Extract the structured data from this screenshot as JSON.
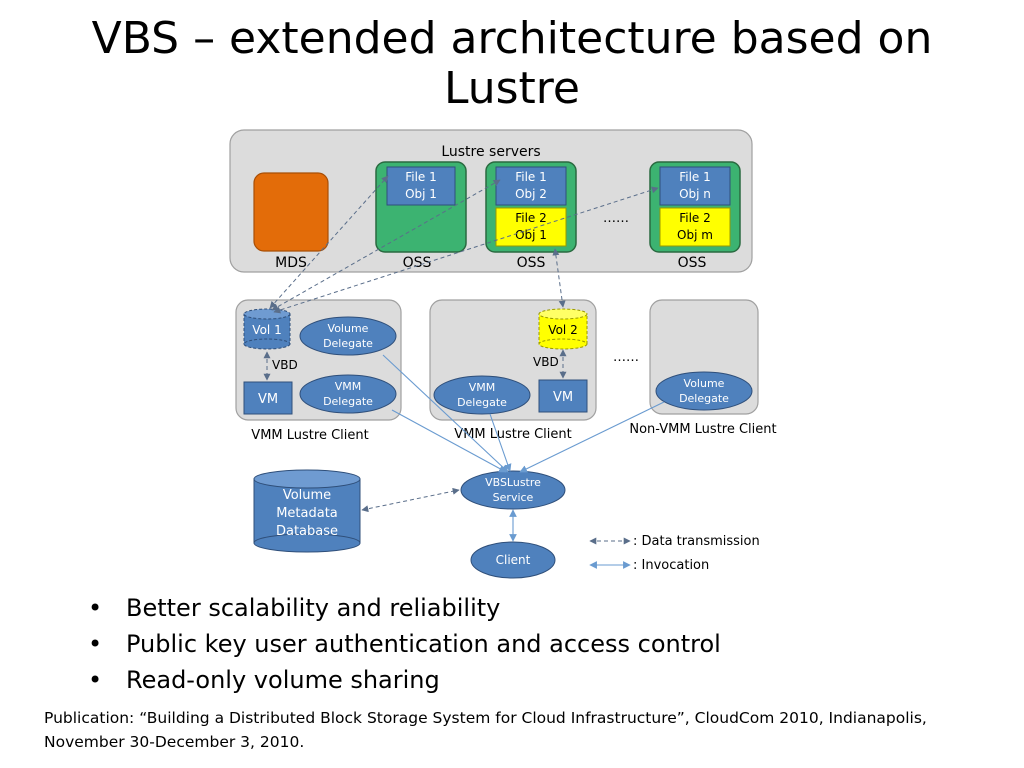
{
  "title": {
    "line1": "VBS – extended architecture based on",
    "line2": "Lustre"
  },
  "diagram": {
    "lustre_servers_label": "Lustre servers",
    "mds_label": "MDS",
    "oss": [
      {
        "label": "OSS",
        "file_a": "File 1",
        "obj_a": "Obj 1"
      },
      {
        "label": "OSS",
        "file_a": "File 1",
        "obj_a": "Obj 2",
        "file_b": "File 2",
        "obj_b": "Obj 1"
      },
      {
        "label": "OSS",
        "file_a": "File 1",
        "obj_a": "Obj n",
        "file_b": "File 2",
        "obj_b": "Obj m"
      }
    ],
    "ellipsis": "……",
    "client1": {
      "label": "VMM Lustre Client",
      "vol": "Vol 1",
      "vbd": "VBD",
      "vm": "VM",
      "volume_delegate_1": "Volume",
      "volume_delegate_2": "Delegate",
      "vmm_delegate_1": "VMM",
      "vmm_delegate_2": "Delegate"
    },
    "client2": {
      "label": "VMM Lustre Client",
      "vol": "Vol 2",
      "vbd": "VBD",
      "vm": "VM",
      "vmm_delegate_1": "VMM",
      "vmm_delegate_2": "Delegate"
    },
    "client3": {
      "label": "Non-VMM Lustre Client",
      "volume_delegate_1": "Volume",
      "volume_delegate_2": "Delegate"
    },
    "database": {
      "line1": "Volume",
      "line2": "Metadata",
      "line3": "Database"
    },
    "service": {
      "line1": "VBSLustre",
      "line2": "Service"
    },
    "client_label": "Client",
    "legend": {
      "data": ": Data transmission",
      "invocation": ": Invocation"
    },
    "colors": {
      "panel": "#dcdcdc",
      "mds": "#e36c09",
      "oss": "#3cb371",
      "blue": "#4f81bd",
      "yellow": "#ffff00",
      "arrow": "#6a9bd0"
    }
  },
  "bullets": [
    "Better scalability and reliability",
    "Public key user authentication and access control",
    "Read-only volume sharing"
  ],
  "publication": {
    "line1": "Publication: “Building a Distributed Block Storage System for Cloud Infrastructure”, CloudCom 2010, Indianapolis,",
    "line2": "November 30-December 3, 2010."
  }
}
